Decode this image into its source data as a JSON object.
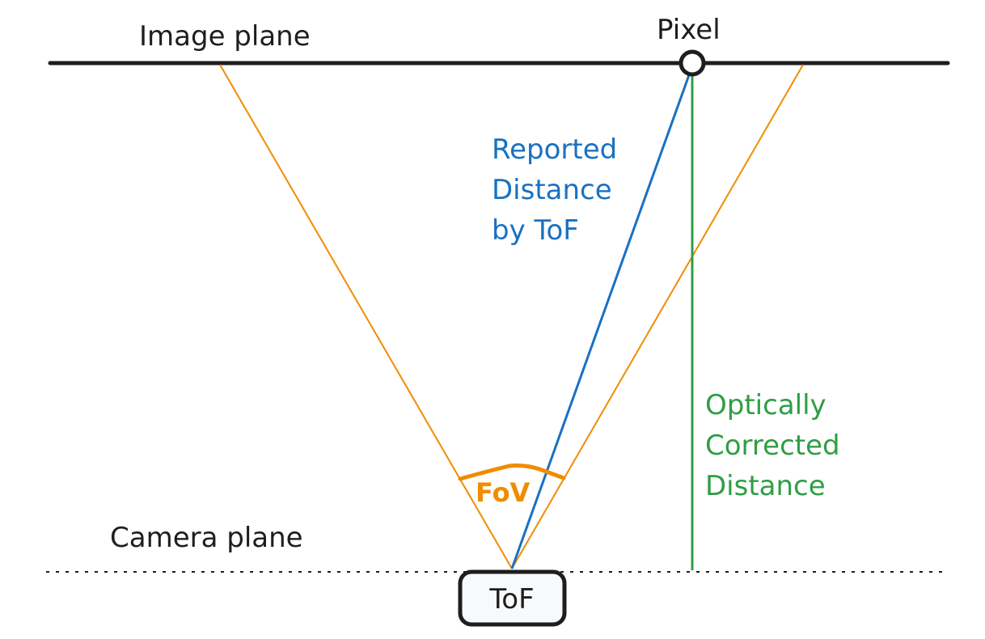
{
  "labels": {
    "image_plane": "Image plane",
    "pixel": "Pixel",
    "reported": [
      "Reported",
      "Distance",
      "by ToF"
    ],
    "optical": [
      "Optically",
      "Corrected",
      "Distance"
    ],
    "fov": "FoV",
    "camera_plane": "Camera plane",
    "tof": "ToF"
  },
  "colors": {
    "ink": "#1e1e1e",
    "orange": "#f08c00",
    "blue": "#1971c2",
    "green": "#2f9e44",
    "box_fill": "#f8f9fa"
  }
}
